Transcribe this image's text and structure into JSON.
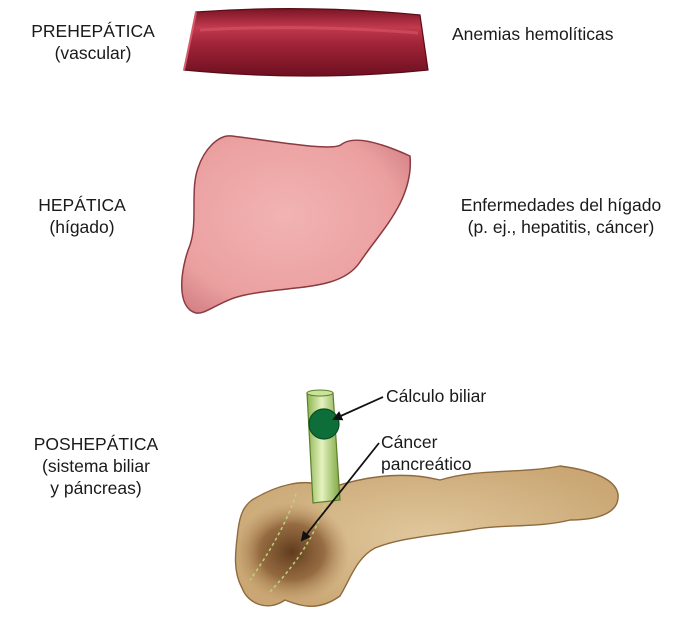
{
  "prehepatic": {
    "title": "PREHEPÁTICA",
    "subtitle": "(vascular)",
    "cause": "Anemias hemolíticas",
    "color": "#a3253a"
  },
  "hepatic": {
    "title": "HEPÁTICA",
    "subtitle": "(hígado)",
    "cause_line1": "Enfermedades del hígado",
    "cause_line2": "(p. ej., hepatitis, cáncer)",
    "color": "#eba0a0"
  },
  "posthepatic": {
    "title": "POSHEPÁTICA",
    "subtitle_line1": "(sistema biliar",
    "subtitle_line2": "y páncreas)",
    "gallstone_label": "Cálculo biliar",
    "cancer_label_line1": "Cáncer",
    "cancer_label_line2": "pancreático",
    "duct_color": "#b8d67a",
    "gallstone_color": "#0d6e3a",
    "pancreas_color": "#d6b98c"
  }
}
